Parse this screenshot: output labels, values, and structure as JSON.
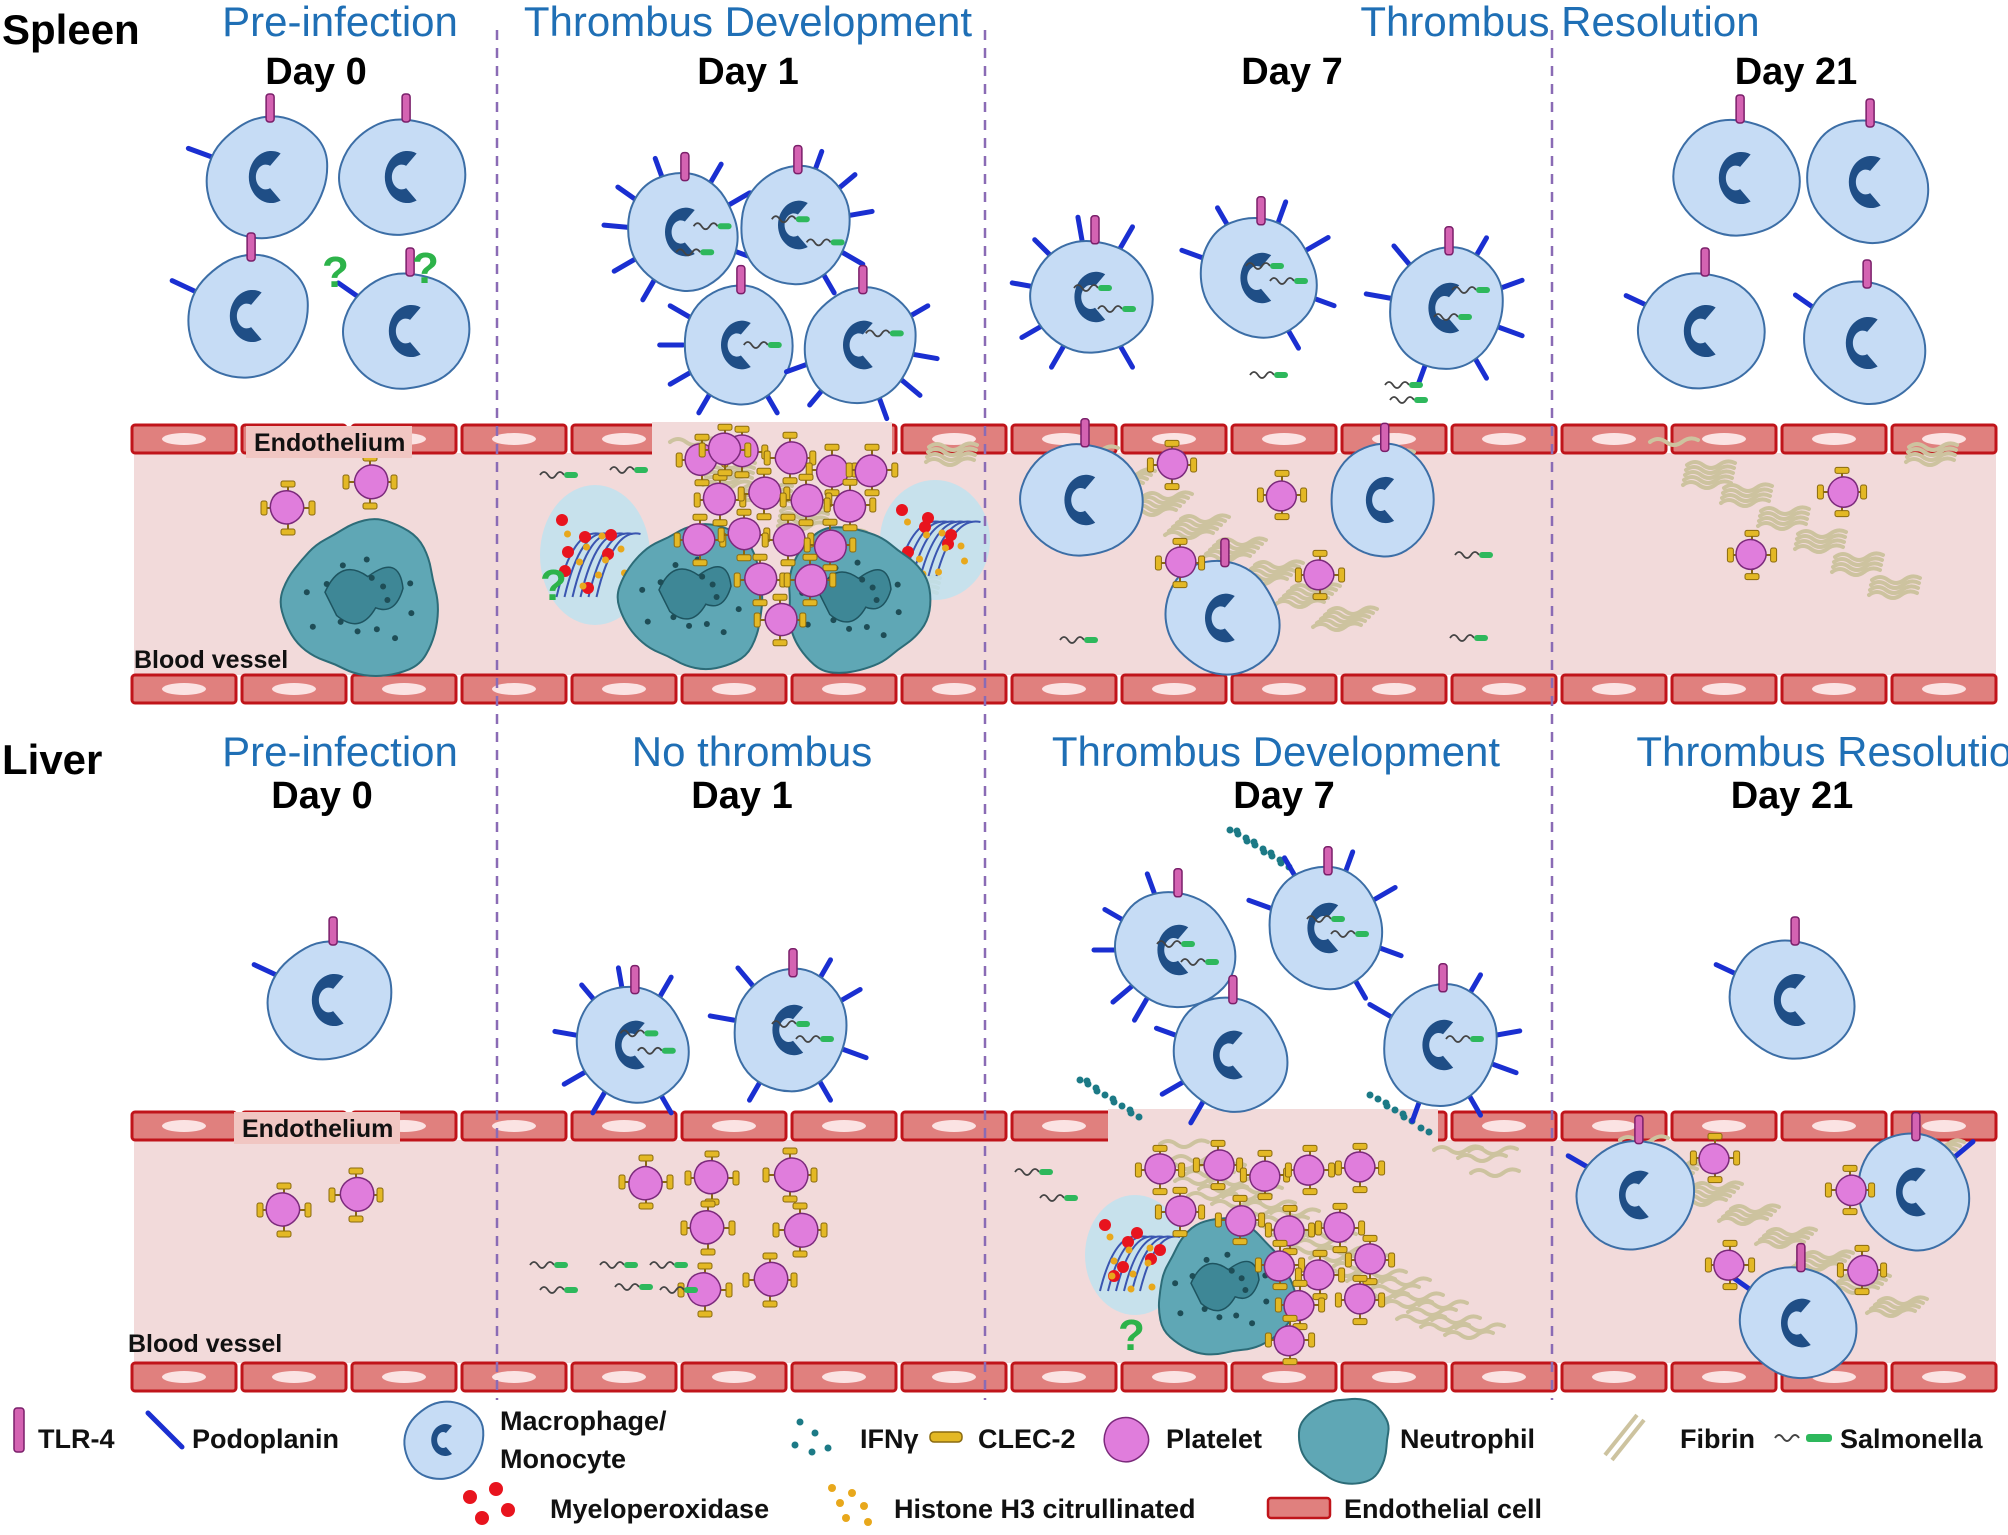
{
  "rows": [
    {
      "organ": "Spleen",
      "panels": [
        {
          "phase": "Pre-infection",
          "day": "Day 0"
        },
        {
          "phase": "Thrombus Development",
          "day": "Day 1"
        },
        {
          "phase": "",
          "day": "Day 7"
        },
        {
          "phase": "Thrombus Resolution",
          "day": "Day 21"
        }
      ],
      "endothelium_label": "Endothelium",
      "vessel_label": "Blood vessel"
    },
    {
      "organ": "Liver",
      "panels": [
        {
          "phase": "Pre-infection",
          "day": "Day 0"
        },
        {
          "phase": "No thrombus",
          "day": "Day 1"
        },
        {
          "phase": "Thrombus Development",
          "day": "Day 7"
        },
        {
          "phase": "Thrombus Resolution",
          "day": "Day 21"
        }
      ],
      "endothelium_label": "Endothelium",
      "vessel_label": "Blood vessel"
    }
  ],
  "question_mark": "?",
  "legend": {
    "tlr4": "TLR-4",
    "podoplanin": "Podoplanin",
    "macrophage_line1": "Macrophage/",
    "macrophage_line2": "Monocyte",
    "ifng": "IFNγ",
    "clec2": "CLEC-2",
    "platelet": "Platelet",
    "neutrophil": "Neutrophil",
    "fibrin": "Fibrin",
    "salmonella": "Salmonella",
    "myeloperoxidase": "Myeloperoxidase",
    "histone": "Histone H3 citrullinated",
    "endothelial_cell": "Endothelial cell"
  },
  "colors": {
    "phase_text": "#1f6fb5",
    "vessel_fill": "#f2dada",
    "endothelial_cell": "#e0807e",
    "podoplanin": "#1a2fd1",
    "tlr4": "#d463b2",
    "macrophage": "#c6dcf5",
    "nucleus": "#1f4e86",
    "platelet": "#e07ddc",
    "neutrophil": "#5fa7b5",
    "fibrin": "#cdc39f",
    "salmonella": "#2eb85c",
    "clec2": "#e3b825",
    "myeloperoxidase": "#e8141e",
    "histone": "#e8a81c",
    "ifng": "#1c7a86",
    "question": "#2db34a",
    "divider": "#8a6bb5"
  }
}
